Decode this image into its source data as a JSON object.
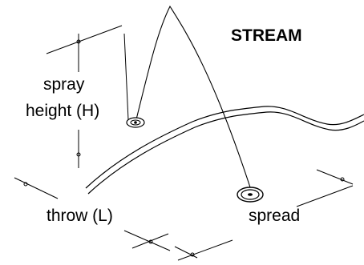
{
  "diagram": {
    "title": "STREAM",
    "labels": {
      "spray_height_line1": "spray",
      "spray_height_line2": "height (H)",
      "throw": "throw (L)",
      "spread": "spread"
    }
  },
  "colors": {
    "ink": "#000000",
    "background": "#ffffff"
  }
}
